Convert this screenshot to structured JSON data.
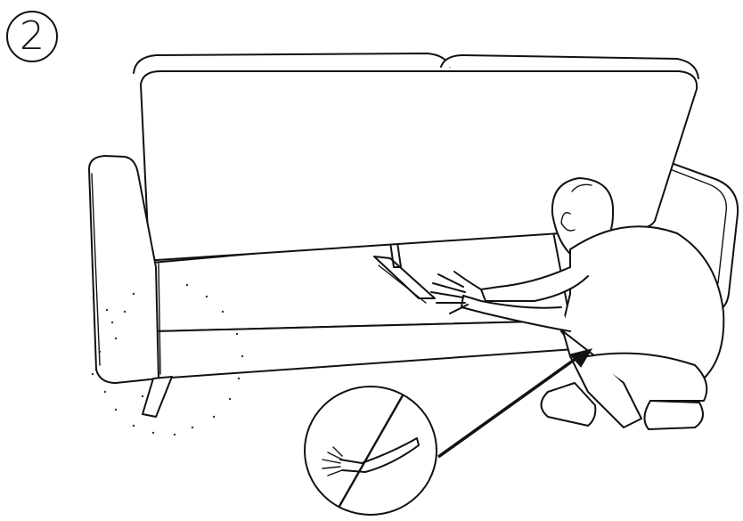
{
  "step": {
    "number": "2"
  },
  "illustration": {
    "subject": "sofa-bed-seat-lift",
    "warning": "prohibition-no-hand-under-frame",
    "colors": {
      "line": "#111111",
      "background": "#ffffff"
    }
  }
}
